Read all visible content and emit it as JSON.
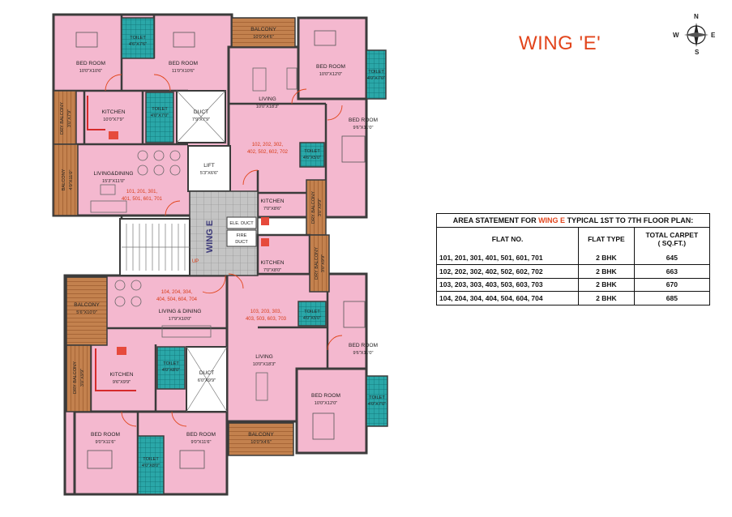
{
  "wing_title": "WING 'E'",
  "compass": {
    "n": "N",
    "s": "S",
    "e": "E",
    "w": "W"
  },
  "area_statement": {
    "title_prefix": "AREA STATEMENT FOR ",
    "title_wing": "WING E",
    "title_suffix": " TYPICAL 1ST  TO 7TH  FLOOR PLAN:",
    "headers": {
      "flat_no": "FLAT NO.",
      "flat_type": "FLAT TYPE",
      "carpet_line1": "TOTAL CARPET",
      "carpet_line2": "( SQ.FT.)"
    },
    "rows": [
      {
        "flat": "101, 201, 301, 401, 501, 601, 701",
        "type": "2 BHK",
        "area": "645"
      },
      {
        "flat": "102, 202, 302, 402, 502, 602, 702",
        "type": "2 BHK",
        "area": "663"
      },
      {
        "flat": "103, 203, 303, 403, 503, 603, 703",
        "type": "2 BHK",
        "area": "670"
      },
      {
        "flat": "104, 204, 304, 404, 504, 604, 704",
        "type": "2 BHK",
        "area": "685"
      }
    ]
  },
  "plan": {
    "rooms": {
      "bed_tl1": {
        "name": "BED ROOM",
        "dim": "10'0\"X10'6\""
      },
      "bed_tl2": {
        "name": "BED ROOM",
        "dim": "11'0\"X10'6\""
      },
      "toilet_tl": {
        "name": "TOILET",
        "dim": "4'6\"X7'6\""
      },
      "balcony_top": {
        "name": "BALCONY",
        "dim": "10'0\"X4'6\""
      },
      "bed_tr1": {
        "name": "BED ROOM",
        "dim": "10'0\"X12'0\""
      },
      "toilet_tr": {
        "name": "TOILET",
        "dim": "4'0\"X7'0\""
      },
      "dry_balcony_tl": {
        "name": "DRY BALCONY",
        "dim": "3'0\"X7'9\""
      },
      "kitchen_tl": {
        "name": "KITCHEN",
        "dim": "10'0\"X7'9\""
      },
      "toilet_tl2": {
        "name": "TOILET",
        "dim": "4'0\"X7'0\""
      },
      "duct_top": {
        "name": "DUCT",
        "dim": "7'9\"X7'9\""
      },
      "living_top": {
        "name": "LIVING",
        "dim": "10'0\"X18'3\""
      },
      "bed_tr2": {
        "name": "BED ROOM",
        "dim": "9'6\"X11'0\""
      },
      "balcony_l": {
        "name": "BALCONY",
        "dim": "4'0\"X11'0\""
      },
      "living_dining_tl": {
        "name": "LIVING&DINING",
        "dim": "15'3\"X11'0\""
      },
      "lift": {
        "name": "LIFT",
        "dim": "5'3\"X6'6\""
      },
      "toilet_m": {
        "name": "TOILET",
        "dim": "4'6\"X5'0\""
      },
      "kitchen_tr": {
        "name": "KITCHEN",
        "dim": "7'0\"X8'6\""
      },
      "dry_balcony_r1": {
        "name": "DRY BALCONY",
        "dim": "3'0\"X9'9\""
      },
      "wing_label": "WING E",
      "elec_duct": "ELE. DUCT",
      "fire_duct_1": "FIRE",
      "fire_duct_2": "DUCT",
      "up": "UP",
      "kitchen_br": {
        "name": "KITCHEN",
        "dim": "7'0\"X8'0\""
      },
      "dry_balcony_r2": {
        "name": "DRY BALCONY",
        "dim": "3'0\"X9'9\""
      },
      "balcony_bl": {
        "name": "BALCONY",
        "dim": "5'6\"X10'0\""
      },
      "living_dining_bl": {
        "name": "LIVING & DINING",
        "dim": "17'9\"X10'0\""
      },
      "toilet_br1": {
        "name": "TOILET",
        "dim": "4'0\"X5'0\""
      },
      "bed_br1": {
        "name": "BED ROOM",
        "dim": "9'6\"X11'0\""
      },
      "living_bottom": {
        "name": "LIVING",
        "dim": "10'0\"X18'3\""
      },
      "dry_balcony_bl": {
        "name": "DRY BALCONY",
        "dim": "3'0\"X9'9\""
      },
      "kitchen_bl": {
        "name": "KITCHEN",
        "dim": "9'6\"X9'9\""
      },
      "toilet_bl": {
        "name": "TOILET",
        "dim": "4'0\"X8'0\""
      },
      "duct_bottom": {
        "name": "DUCT",
        "dim": "6'0\"X9'9\""
      },
      "bed_br2": {
        "name": "BED ROOM",
        "dim": "10'0\"X12'0\""
      },
      "toilet_br2": {
        "name": "TOILET",
        "dim": "4'0\"X7'0\""
      },
      "bed_bl1": {
        "name": "BED ROOM",
        "dim": "9'0\"X11'6\""
      },
      "bed_bl2": {
        "name": "BED ROOM",
        "dim": "9'0\"X11'6\""
      },
      "toilet_bl2": {
        "name": "TOILET",
        "dim": "4'0\"X8'0\""
      },
      "balcony_bottom": {
        "name": "BALCONY",
        "dim": "10'0\"X4'6\""
      }
    },
    "flat_labels": {
      "f101_1": "101, 201, 301,",
      "f101_2": "401, 501, 601, 701",
      "f102_1": "102, 202, 302,",
      "f102_2": "402, 502, 602, 702",
      "f103_1": "103, 203, 303,",
      "f103_2": "403, 503, 603, 703",
      "f104_1": "104, 204, 304,",
      "f104_2": "404, 504, 604, 704"
    }
  },
  "colors": {
    "pink": "#f4b8cf",
    "wall": "#3b3b3b",
    "toilet": "#22a3a6",
    "wood": "#c07a47",
    "accent": "#e2451c",
    "flat_label": "#d83a16"
  }
}
